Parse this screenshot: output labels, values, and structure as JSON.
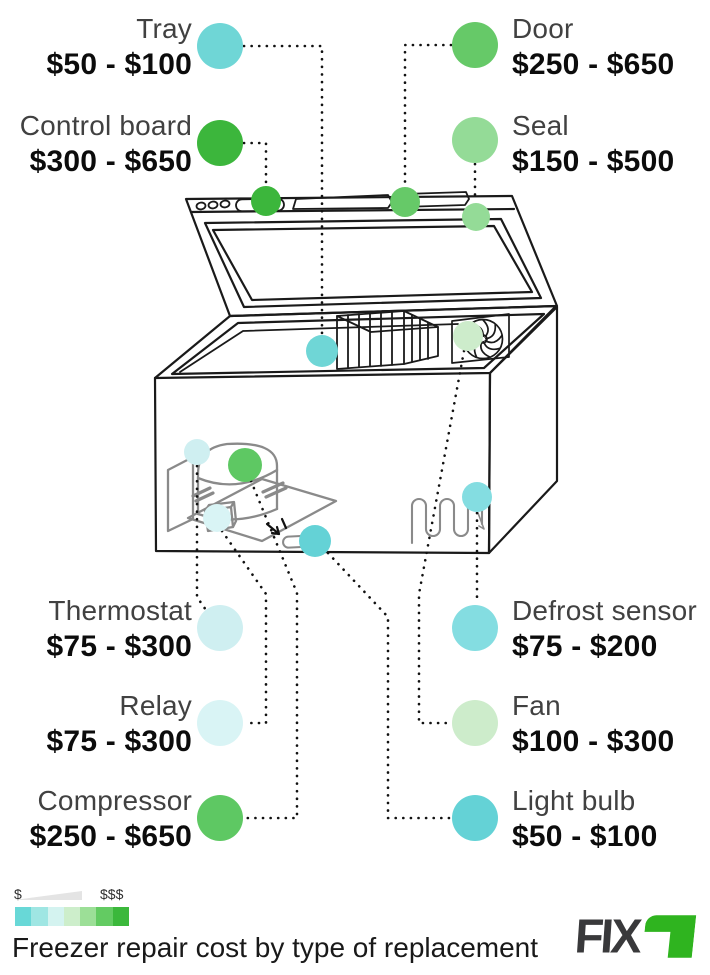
{
  "title": "Freezer repair cost by type of replacement",
  "legend": {
    "low_label": "$",
    "high_label": "$$$",
    "scale_colors": [
      "#68d8d7",
      "#9fe6e3",
      "#d4f3f0",
      "#cdeecb",
      "#9cdf97",
      "#63cb62",
      "#3bb83b"
    ]
  },
  "brand": {
    "logo_text": "FIX",
    "accent_color": "#2fb41f"
  },
  "parts": [
    {
      "id": "tray",
      "name": "Tray",
      "price": "$50 - $100",
      "color": "#6fd6d6"
    },
    {
      "id": "control-board",
      "name": "Control board",
      "price": "$300 - $650",
      "color": "#3cb63c"
    },
    {
      "id": "door",
      "name": "Door",
      "price": "$250 - $650",
      "color": "#66c968"
    },
    {
      "id": "seal",
      "name": "Seal",
      "price": "$150 - $500",
      "color": "#94db97"
    },
    {
      "id": "thermostat",
      "name": "Thermostat",
      "price": "$75 - $300",
      "color": "#cfeff1"
    },
    {
      "id": "relay",
      "name": "Relay",
      "price": "$75 - $300",
      "color": "#d9f4f5"
    },
    {
      "id": "compressor",
      "name": "Compressor",
      "price": "$250 - $650",
      "color": "#5ec863"
    },
    {
      "id": "defrost-sensor",
      "name": "Defrost sensor",
      "price": "$75 - $200",
      "color": "#84dde1"
    },
    {
      "id": "fan",
      "name": "Fan",
      "price": "$100 - $300",
      "color": "#cdeccb"
    },
    {
      "id": "light-bulb",
      "name": "Light bulb",
      "price": "$50 - $100",
      "color": "#64d2d6"
    }
  ]
}
